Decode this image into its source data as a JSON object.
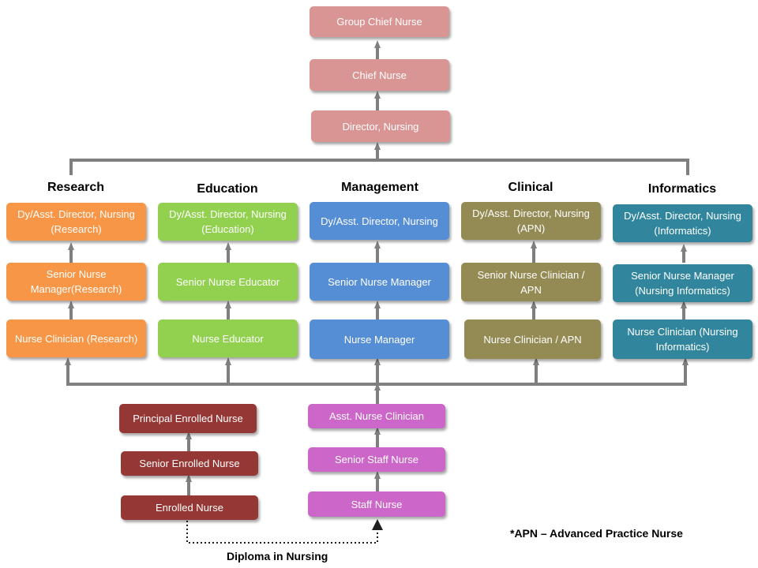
{
  "top_chain": [
    {
      "id": "group_chief",
      "label": "Group Chief Nurse"
    },
    {
      "id": "chief",
      "label": "Chief Nurse"
    },
    {
      "id": "director",
      "label": "Director, Nursing"
    }
  ],
  "tracks": [
    {
      "name": "Research",
      "color": "#f79646",
      "boxes": [
        "Dy/Asst. Director, Nursing (Research)",
        "Senior Nurse Manager(Research)",
        "Nurse Clinician (Research)"
      ]
    },
    {
      "name": "Education",
      "color": "#92d050",
      "boxes": [
        "Dy/Asst. Director, Nursing (Education)",
        "Senior Nurse Educator",
        "Nurse Educator"
      ]
    },
    {
      "name": "Management",
      "color": "#558ed5",
      "boxes": [
        "Dy/Asst. Director, Nursing",
        "Senior Nurse Manager",
        "Nurse Manager"
      ]
    },
    {
      "name": "Clinical",
      "color": "#948a54",
      "boxes": [
        "Dy/Asst. Director, Nursing (APN)",
        "Senior Nurse Clinician / APN",
        "Nurse Clinician / APN"
      ]
    },
    {
      "name": "Informatics",
      "color": "#31859c",
      "boxes": [
        "Dy/Asst. Director, Nursing (Informatics)",
        "Senior Nurse Manager (Nursing Informatics)",
        "Nurse Clinician (Nursing Informatics)"
      ]
    }
  ],
  "enrolled_chain": [
    "Principal Enrolled Nurse",
    "Senior Enrolled Nurse",
    "Enrolled Nurse"
  ],
  "staff_chain": [
    "Asst. Nurse Clinician",
    "Senior Staff Nurse",
    "Staff Nurse"
  ],
  "footnote": "*APN – Advanced Practice Nurse",
  "bridge_label": "Diploma in Nursing",
  "colors": {
    "top": "#d99594",
    "enrolled": "#953735",
    "staff": "#cc66c8",
    "connector": "#7f7f7f"
  }
}
